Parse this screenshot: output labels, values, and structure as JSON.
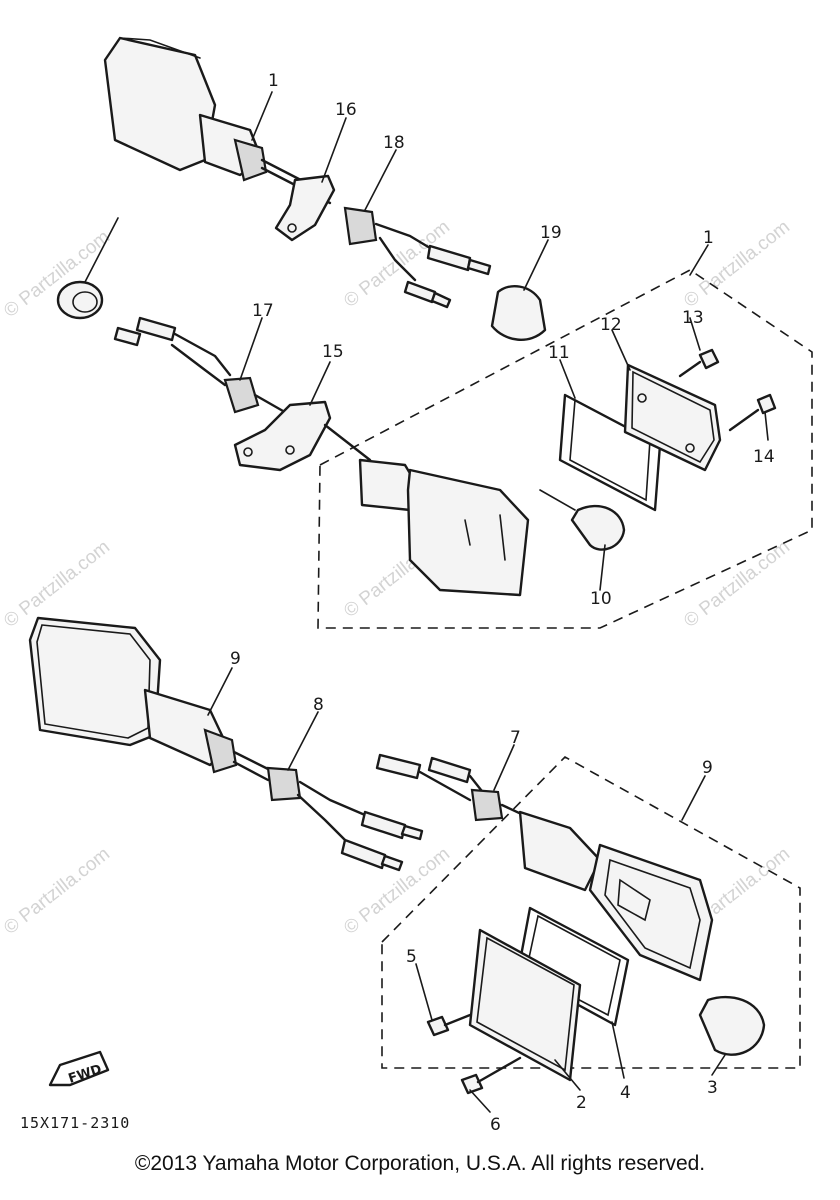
{
  "watermark": "© Partzilla.com",
  "diagram_code": "15X171-2310",
  "fwd_label": "FWD",
  "copyright": "©2013  Yamaha Motor Corporation, U.S.A. All rights reserved.",
  "callouts": [
    "1",
    "16",
    "18",
    "19",
    "1",
    "12",
    "13",
    "11",
    "14",
    "17",
    "15",
    "10",
    "9",
    "8",
    "7",
    "9",
    "5",
    "2",
    "4",
    "6",
    "3"
  ]
}
